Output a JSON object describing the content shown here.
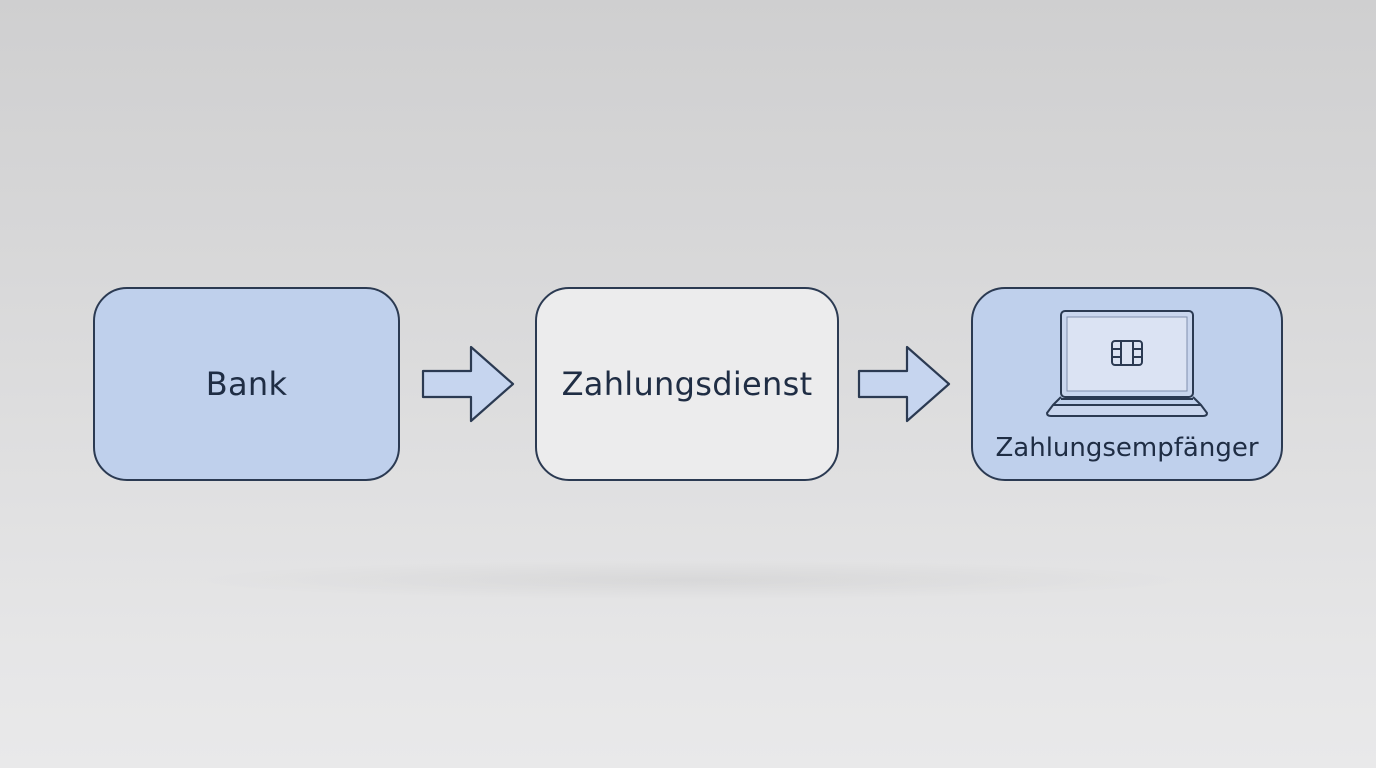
{
  "diagram": {
    "nodes": [
      {
        "id": "bank",
        "label": "Bank",
        "fill": "#bfd0ec"
      },
      {
        "id": "service",
        "label": "Zahlungsdienst",
        "fill": "#ececed"
      },
      {
        "id": "payee",
        "label": "Zahlungsempfänger",
        "fill": "#bfd0ec",
        "icon": "laptop-chip-icon"
      }
    ],
    "edges": [
      {
        "from": "bank",
        "to": "service"
      },
      {
        "from": "service",
        "to": "payee"
      }
    ],
    "colors": {
      "outline": "#2b3a52",
      "accent_blue": "#bfd0ec",
      "neutral": "#ececed"
    }
  }
}
